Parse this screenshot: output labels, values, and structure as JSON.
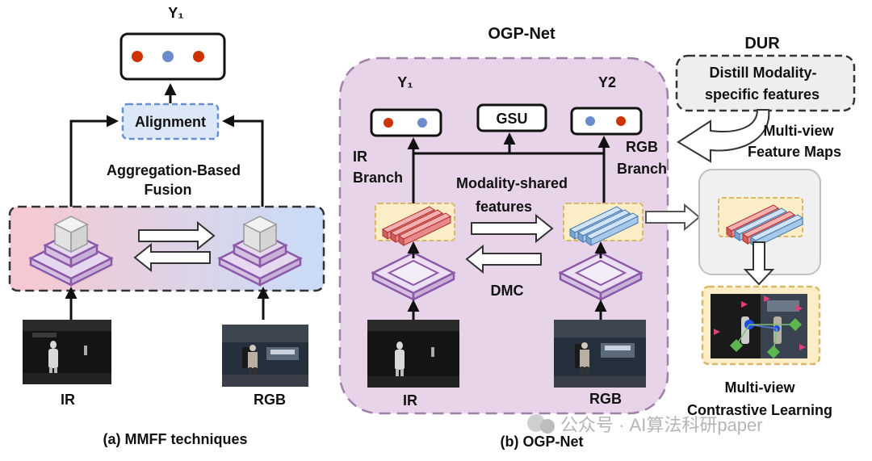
{
  "left_panel": {
    "output_label": "Y₁",
    "alignment": "Alignment",
    "fusion_line1": "Aggregation-Based",
    "fusion_line2": "Fusion",
    "ir_label": "IR",
    "rgb_label": "RGB",
    "caption": "(a) MMFF techniques"
  },
  "right_panel": {
    "title": "OGP-Net",
    "y1_label": "Y₁",
    "gsu_label": "GSU",
    "y2_label": "Y2",
    "ir_branch_line1": "IR",
    "ir_branch_line2": "Branch",
    "rgb_branch_line1": "RGB",
    "rgb_branch_line2": "Branch",
    "shared_line1": "Modality-shared",
    "shared_line2": "features",
    "dmc_label": "DMC",
    "ir_label": "IR",
    "rgb_label": "RGB",
    "caption": "(b) OGP-Net"
  },
  "side": {
    "dur_title": "DUR",
    "dur_line1": "Distill Modality-",
    "dur_line2": "specific features",
    "mv_maps_line1": "Multi-view",
    "mv_maps_line2": "Feature Maps",
    "mcl_line1": "Multi-view",
    "mcl_line2": "Contrastive Learning"
  },
  "watermark": "公众号 · AI算法科研paper",
  "colors": {
    "output_red": "#cc3300",
    "output_blue": "#6a8ccc",
    "align_fill": "#dce8f8",
    "align_stroke": "#6a8fcf",
    "panel_fill": "#e8d4e8",
    "panel_stroke": "#a080a8",
    "feature_fill": "#fbeec6",
    "red_bar": "#e88a8a",
    "blue_bar": "#a8c8e8",
    "purple": "#8a5aa8",
    "grad_left": "#f7c8d0",
    "grad_right": "#c8dcf8"
  },
  "output_points": {
    "left_y1": [
      "red",
      "blue",
      "red"
    ],
    "right_y1": [
      "red",
      "blue"
    ],
    "right_y2": [
      "blue",
      "red"
    ]
  }
}
